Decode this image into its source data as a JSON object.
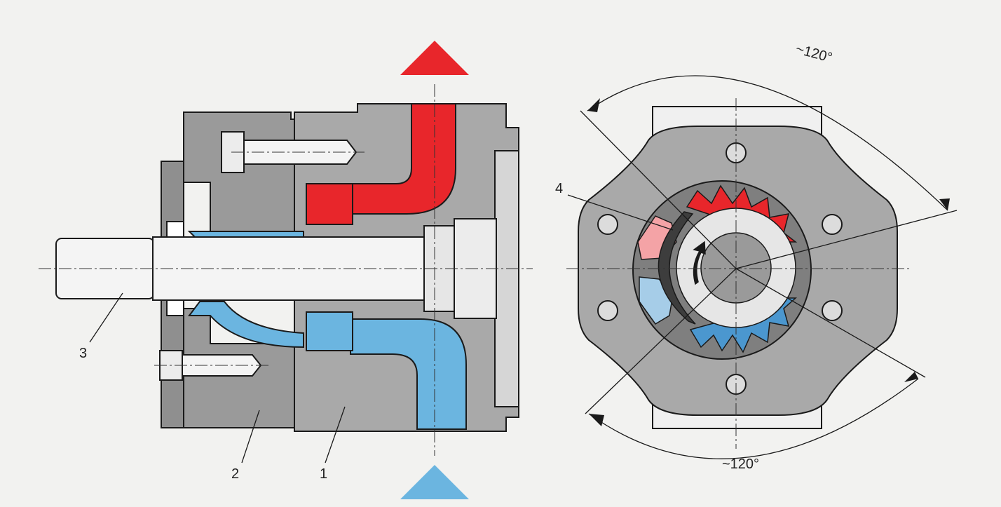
{
  "labels": {
    "l1": "1",
    "l2": "2",
    "l3": "3",
    "l4": "4",
    "angle_top": "~120°",
    "angle_bottom": "~120°"
  },
  "colors": {
    "pressure": "#e8262b",
    "suction": "#6bb5e0",
    "housing": "#a9a9a9",
    "housing_dark": "#8e8e8e",
    "shaft": "#f4f4f4",
    "line": "#1a1a1a"
  }
}
